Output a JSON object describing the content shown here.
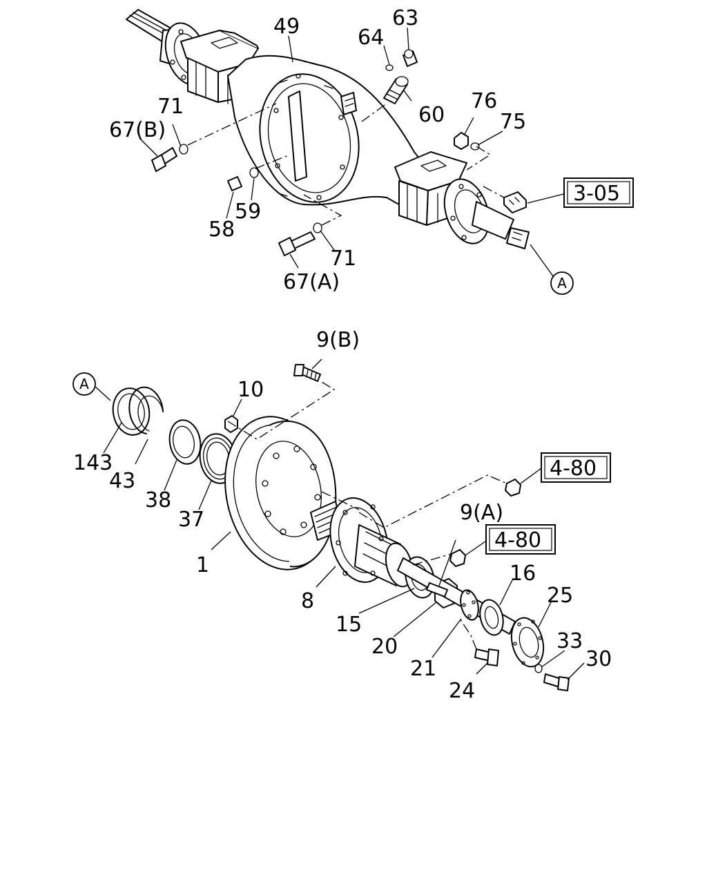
{
  "labels": {
    "l49": "49",
    "l63": "63",
    "l64": "64",
    "l60": "60",
    "l76": "76",
    "l75": "75",
    "l71a": "71",
    "l67b": "67(B)",
    "l59": "59",
    "l58": "58",
    "l71b": "71",
    "l67a": "67(A)",
    "l9b": "9(B)",
    "l10": "10",
    "l143": "143",
    "l43": "43",
    "l38": "38",
    "l37": "37",
    "l1": "1",
    "l8": "8",
    "l15": "15",
    "l20": "20",
    "l21": "21",
    "l24": "24",
    "l9a": "9(A)",
    "l16": "16",
    "l25": "25",
    "l33": "33",
    "l30": "30"
  },
  "references": {
    "r305": "3-05",
    "r480a": "4-80",
    "r480b": "4-80"
  },
  "connectors": {
    "a_top": "A",
    "a_bottom": "A"
  }
}
